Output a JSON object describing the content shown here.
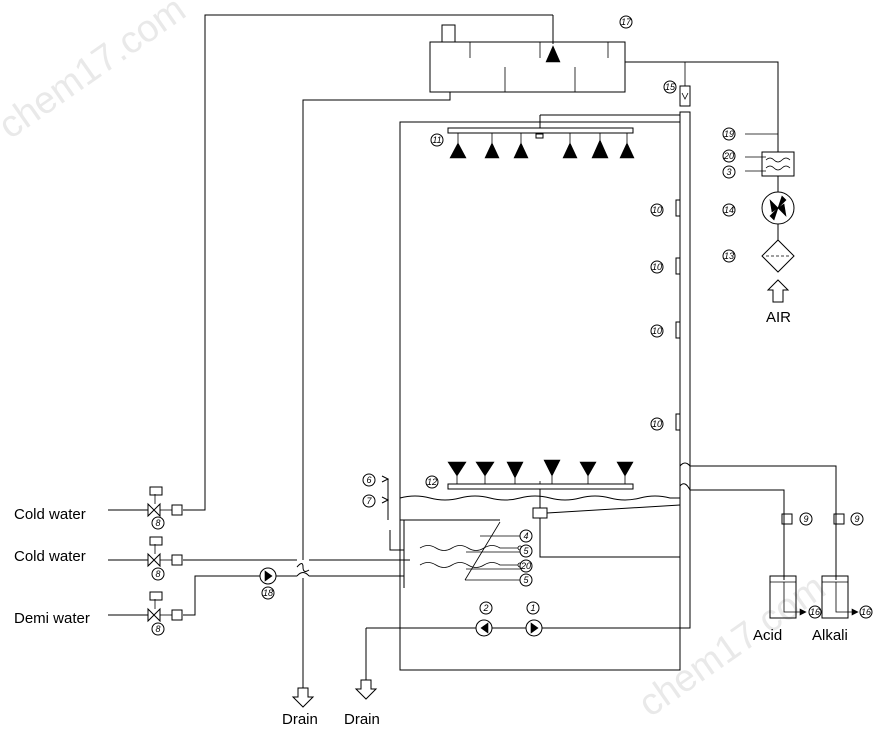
{
  "labels": {
    "cold_water_1": "Cold water",
    "cold_water_2": "Cold water",
    "demi_water": "Demi water",
    "drain_1": "Drain",
    "drain_2": "Drain",
    "air": "AIR",
    "acid": "Acid",
    "alkali": "Alkali"
  },
  "watermark": [
    "chem17.com",
    "chem17.com"
  ],
  "callouts": [
    {
      "id": "c17",
      "text": "17"
    },
    {
      "id": "c15",
      "text": "15"
    },
    {
      "id": "c11",
      "text": "11"
    },
    {
      "id": "c19",
      "text": "19"
    },
    {
      "id": "c20a",
      "text": "20"
    },
    {
      "id": "c3",
      "text": "3"
    },
    {
      "id": "c14",
      "text": "14"
    },
    {
      "id": "c13",
      "text": "13"
    },
    {
      "id": "c10a",
      "text": "10"
    },
    {
      "id": "c10b",
      "text": "10"
    },
    {
      "id": "c10c",
      "text": "10"
    },
    {
      "id": "c10d",
      "text": "10"
    },
    {
      "id": "c6",
      "text": "6"
    },
    {
      "id": "c7",
      "text": "7"
    },
    {
      "id": "c12",
      "text": "12"
    },
    {
      "id": "c4",
      "text": "4"
    },
    {
      "id": "c5a",
      "text": "5"
    },
    {
      "id": "c20b",
      "text": "20"
    },
    {
      "id": "c5b",
      "text": "5"
    },
    {
      "id": "c8a",
      "text": "8"
    },
    {
      "id": "c8b",
      "text": "8"
    },
    {
      "id": "c8c",
      "text": "8"
    },
    {
      "id": "c18",
      "text": "18"
    },
    {
      "id": "c2",
      "text": "2"
    },
    {
      "id": "c1",
      "text": "1"
    },
    {
      "id": "c9a",
      "text": "9"
    },
    {
      "id": "c9b",
      "text": "9"
    },
    {
      "id": "c16a",
      "text": "16"
    },
    {
      "id": "c16b",
      "text": "16"
    }
  ]
}
